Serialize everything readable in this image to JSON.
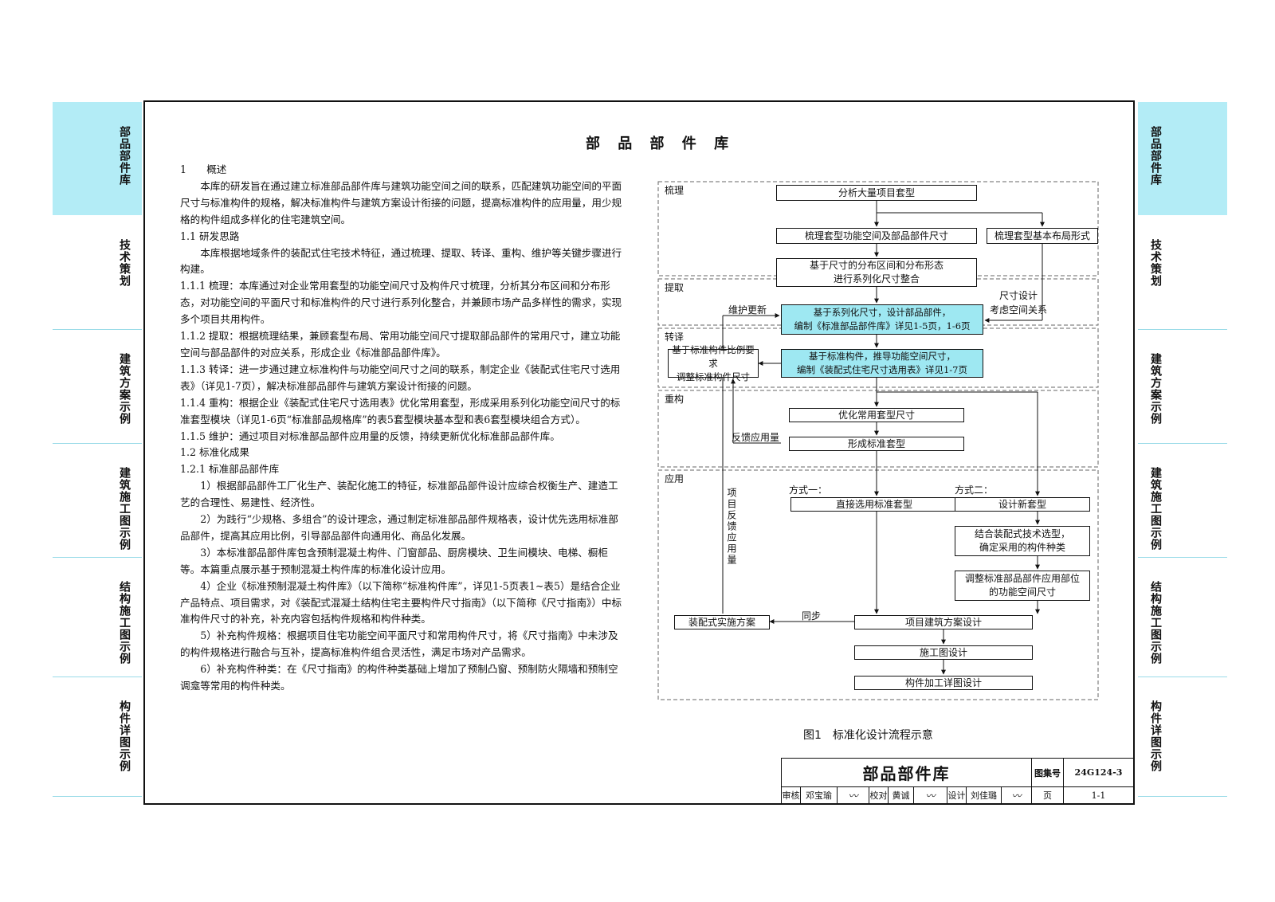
{
  "sidebar": {
    "tabs": [
      {
        "label": "部品部件库",
        "active": true
      },
      {
        "label": "技术策划",
        "active": false
      },
      {
        "label": "建筑方案示例",
        "active": false
      },
      {
        "label": "建筑施工图示例",
        "active": false
      },
      {
        "label": "结构施工图示例",
        "active": false
      },
      {
        "label": "构件详图示例",
        "active": false
      }
    ],
    "active_color": "#b3ecf6"
  },
  "page": {
    "title": "部 品 部 件 库"
  },
  "content": {
    "paragraphs": [
      {
        "text": "1　　概述",
        "indent": false
      },
      {
        "text": "本库的研发旨在通过建立标准部品部件库与建筑功能空间之间的联系，匹配建筑功能空间的平面尺寸与标准构件的规格，解决标准构件与建筑方案设计衔接的问题，提高标准构件的应用量，用少规格的构件组成多样化的住宅建筑空间。",
        "indent": true
      },
      {
        "text": "1.1 研发思路",
        "indent": false
      },
      {
        "text": "本库根据地域条件的装配式住宅技术特征，通过梳理、提取、转译、重构、维护等关键步骤进行构建。",
        "indent": true
      },
      {
        "text": "1.1.1 梳理：本库通过对企业常用套型的功能空间尺寸及构件尺寸梳理，分析其分布区间和分布形态，对功能空间的平面尺寸和标准构件的尺寸进行系列化整合，并兼顾市场产品多样性的需求，实现多个项目共用构件。",
        "indent": false
      },
      {
        "text": "1.1.2 提取：根据梳理结果，兼顾套型布局、常用功能空间尺寸提取部品部件的常用尺寸，建立功能空间与部品部件的对应关系，形成企业《标准部品部件库》。",
        "indent": false
      },
      {
        "text": "1.1.3 转译：进一步通过建立标准构件与功能空间尺寸之间的联系，制定企业《装配式住宅尺寸选用表》（详见1-7页），解决标准部品部件与建筑方案设计衔接的问题。",
        "indent": false
      },
      {
        "text": "1.1.4 重构：根据企业《装配式住宅尺寸选用表》优化常用套型，形成采用系列化功能空间尺寸的标准套型模块（详见1-6页“标准部品规格库”的表5套型模块基本型和表6套型模块组合方式）。",
        "indent": false
      },
      {
        "text": "1.1.5 维护：通过项目对标准部品部件应用量的反馈，持续更新优化标准部品部件库。",
        "indent": false
      },
      {
        "text": "1.2 标准化成果",
        "indent": false
      },
      {
        "text": "1.2.1 标准部品部件库",
        "indent": false
      },
      {
        "text": "1）根据部品部件工厂化生产、装配化施工的特征，标准部品部件设计应综合权衡生产、建造工艺的合理性、易建性、经济性。",
        "indent": true
      },
      {
        "text": "2）为践行“少规格、多组合”的设计理念，通过制定标准部品部件规格表，设计优先选用标准部品部件，提高其应用比例，引导部品部件向通用化、商品化发展。",
        "indent": true
      },
      {
        "text": "3）本标准部品部件库包含预制混凝土构件、门窗部品、厨房模块、卫生间模块、电梯、橱柜等。本篇重点展示基于预制混凝土构件库的标准化设计应用。",
        "indent": true
      },
      {
        "text": "4）企业《标准预制混凝土构件库》（以下简称“标准构件库”，详见1-5页表1~表5）是结合企业产品特点、项目需求，对《装配式混凝土结构住宅主要构件尺寸指南》（以下简称《尺寸指南》）中标准构件尺寸的补充，补充内容包括构件规格和构件种类。",
        "indent": true
      },
      {
        "text": "5）补充构件规格：根据项目住宅功能空间平面尺寸和常用构件尺寸，将《尺寸指南》中未涉及的构件规格进行融合与互补，提高标准构件组合灵活性，满足市场对产品需求。",
        "indent": true
      },
      {
        "text": "6）补充构件种类：在《尺寸指南》的构件种类基础上增加了预制凸窗、预制防火隔墙和预制空调龛等常用的构件种类。",
        "indent": true
      }
    ]
  },
  "diagram": {
    "sections": [
      {
        "label": "梳理"
      },
      {
        "label": "提取"
      },
      {
        "label": "转译"
      },
      {
        "label": "重构"
      },
      {
        "label": "应用"
      }
    ],
    "boxes": {
      "analyze": "分析大量项目套型",
      "sort_space": "梳理套型功能空间及部品部件尺寸",
      "sort_layout": "梳理套型基本布局形式",
      "integrate": "基于尺寸的分布区间和分布形态\n进行系列化尺寸整合",
      "extract": "基于系列化尺寸，设计部品部件，\n编制《标准部品部件库》详见1-5页，1-6页",
      "translate": "基于标准构件，推导功能空间尺寸，\n编制《装配式住宅尺寸选用表》详见1-7页",
      "adjust_ratio": "基于标准构件比例要求\n调整标准构件尺寸",
      "optimize": "优化常用套型尺寸",
      "form_std": "形成标准套型",
      "direct_use": "直接选用标准套型",
      "new_design": "设计新套型",
      "combine_tech": "结合装配式技术选型，\n确定采用的构件种类",
      "adjust_parts": "调整标准部品部件应用部位\n的功能空间尺寸",
      "implement": "装配式实施方案",
      "scheme": "项目建筑方案设计",
      "construction": "施工图设计",
      "detail": "构件加工详图设计"
    },
    "labels": {
      "maintain": "维护更新",
      "size_design": "尺寸设计\n考虑空间关系",
      "feedback": "反馈应用量",
      "mode1": "方式一：",
      "mode2": "方式二：",
      "sync": "同步",
      "project_feedback": "项目反馈应用量"
    },
    "highlight_color": "#9ee8f2",
    "caption": "图1　标准化设计流程示意"
  },
  "title_block": {
    "title": "部品部件库",
    "atlas_label": "图集号",
    "atlas_no": "24G124-3",
    "page_label": "页",
    "page_no": "1-1",
    "review_label": "审核",
    "reviewer": "邓宝瑜",
    "check_label": "校对",
    "checker": "黄诚",
    "design_label": "设计",
    "designer": "刘佳璐"
  }
}
